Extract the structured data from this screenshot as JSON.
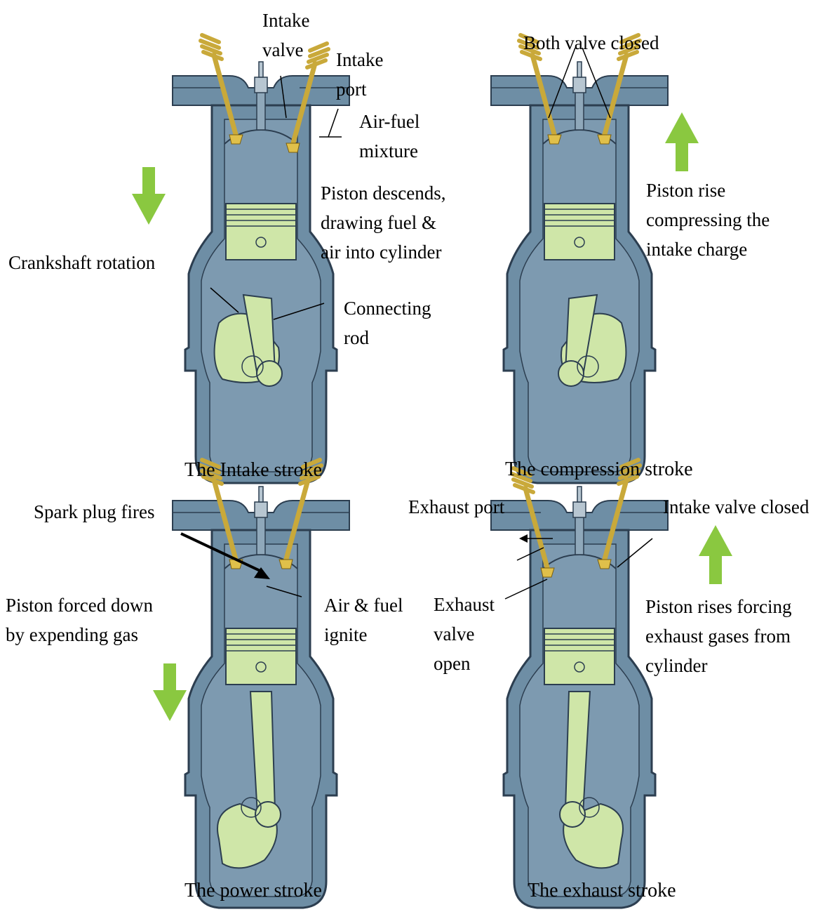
{
  "colors": {
    "cylinder": "#6e8ea5",
    "cylinder_outline": "#2c3e50",
    "piston": "#cfe6a8",
    "arrow": "#8ac840",
    "valve": "#c9a93a"
  },
  "panels": [
    {
      "caption": "The Intake stroke",
      "arrow_direction": "down",
      "labels": {
        "intake_valve": "Intake\nvalve",
        "intake_port": "Intake\nport",
        "air_fuel_mixture": "Air-fuel\nmixture",
        "piston_action": "Piston descends,\ndrawing fuel &\nair into cylinder",
        "crankshaft_rotation": "Crankshaft rotation",
        "connecting_rod": "Connecting\nrod"
      }
    },
    {
      "caption": "The compression stroke",
      "arrow_direction": "up",
      "labels": {
        "valves": "Both valve closed",
        "piston_action": "Piston rise\ncompressing the\nintake charge"
      }
    },
    {
      "caption": "The power stroke",
      "arrow_direction": "down",
      "labels": {
        "spark_plug": "Spark plug fires",
        "piston_action": "Piston forced down\nby expending gas",
        "ignition": "Air & fuel\nignite"
      }
    },
    {
      "caption": "The exhaust stroke",
      "arrow_direction": "up",
      "labels": {
        "exhaust_port": "Exhaust port",
        "intake_valve": "Intake valve closed",
        "exhaust_valve": "Exhaust\nvalve\nopen",
        "piston_action": "Piston rises forcing\nexhaust gases from\ncylinder"
      }
    }
  ]
}
